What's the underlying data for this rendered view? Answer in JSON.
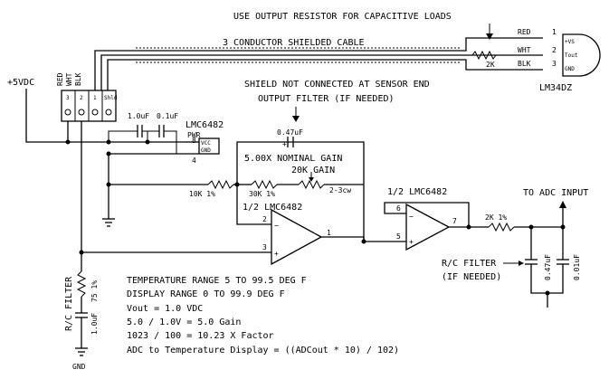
{
  "notes": {
    "output_resistor": "USE OUTPUT RESISTOR FOR CAPACITIVE LOADS",
    "cable": "3 CONDUCTOR SHIELDED CABLE",
    "shield": "SHIELD NOT CONNECTED AT SENSOR END",
    "output_filter": "OUTPUT FILTER (IF NEEDED)",
    "to_adc": "TO ADC INPUT",
    "rc_filter_right_1": "R/C FILTER",
    "rc_filter_right_2": "(IF NEEDED)",
    "rc_filter_left": "R/C FILTER"
  },
  "power": {
    "supply": "+5VDC",
    "gnd": "GND"
  },
  "connector": {
    "wire_labels": [
      "RED",
      "WHT",
      "BLK"
    ],
    "pins": [
      "3",
      "2",
      "1",
      "Shld"
    ]
  },
  "sensor": {
    "part": "LM34DZ",
    "wires": [
      {
        "color": "RED",
        "pin": "1",
        "func": "+VS"
      },
      {
        "color": "WHT",
        "pin": "2",
        "func": "Tout"
      },
      {
        "color": "BLK",
        "pin": "3",
        "func": "GND"
      }
    ],
    "resistor": "2K"
  },
  "supply_ic": {
    "part": "LMC6482",
    "pin_pwr": "PWR",
    "pin_vcc": "VCC",
    "pin_gnd": "GND",
    "pin8": "8",
    "pin4": "4"
  },
  "caps": {
    "c1": "1.0uF",
    "c2": "0.1uF",
    "c_filter": "0.47uF",
    "c_rc_left": "1.0uF",
    "c_rc_right_1": "0.47uF",
    "c_rc_right_2": "0.01uF"
  },
  "gain_stage": {
    "nominal": "5.00X NOMINAL GAIN",
    "pot": "20K GAIN",
    "pot_pins": "2-3cw",
    "r_input": "10K 1%",
    "r_feedback": "30K 1%",
    "opamp": "1/2 LMC6482",
    "pin_inv": "2",
    "pin_noninv": "3",
    "pin_out": "1"
  },
  "buffer_stage": {
    "opamp": "1/2 LMC6482",
    "pin_inv": "6",
    "pin_noninv": "5",
    "pin_out": "7",
    "r_out": "2K 1%"
  },
  "rc_left_resistor": "75 1%",
  "info": [
    "TEMPERATURE  RANGE 5 TO 99.5 DEG F",
    "DISPLAY RANGE 0 TO 99.9 DEG F",
    "Vout = 1.0 VDC",
    "5.0 / 1.0V = 5.0 Gain",
    "1023 / 100 = 10.23 X Factor",
    "ADC to Temperature Display = ((ADCout * 10) / 102)"
  ]
}
